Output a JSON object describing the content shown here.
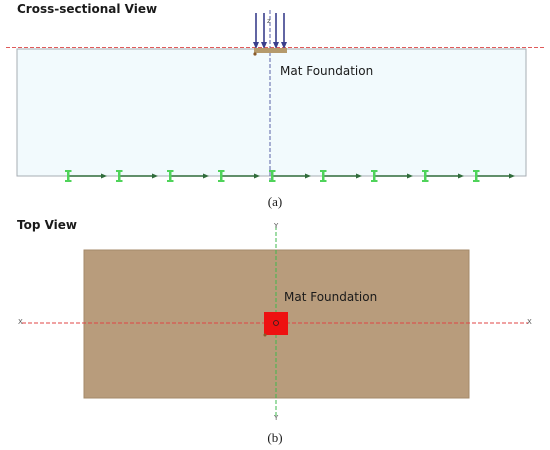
{
  "figure": {
    "panel_a": {
      "title": "Cross-sectional View",
      "label": "Mat Foundation",
      "caption": "(a)",
      "axis_z": "z"
    },
    "panel_b": {
      "title": "Top View",
      "label": "Mat Foundation",
      "caption": "(b)",
      "axis_x": "X",
      "axis_y": "Y"
    }
  },
  "colors": {
    "soil_fill": "#f2fafd",
    "soil_border": "#a7adb3",
    "ground_line": "#e05a5a",
    "axis_blue": "#5a62a8",
    "load_arrow": "#3a3f8c",
    "footing_strip": "#b59a6c",
    "boundary_green": "#4fd35a",
    "boundary_arrow": "#2f6b3a",
    "mat_top": "#b89c7c",
    "mat_top_border": "#a48a6a",
    "center_red": "#ee1111",
    "axis_red": "#e04444",
    "axis_green": "#3fb94d"
  }
}
